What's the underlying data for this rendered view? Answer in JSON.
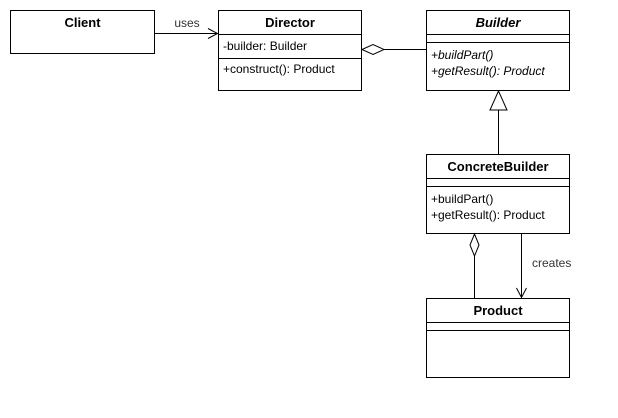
{
  "classes": {
    "client": {
      "name": "Client",
      "attributes": [],
      "operations": []
    },
    "director": {
      "name": "Director",
      "attributes": [
        "-builder: Builder"
      ],
      "operations": [
        "+construct(): Product"
      ]
    },
    "builder": {
      "name": "Builder",
      "abstract": true,
      "attributes": [],
      "operations": [
        "+buildPart()",
        "+getResult(): Product"
      ]
    },
    "concrete_builder": {
      "name": "ConcreteBuilder",
      "attributes": [],
      "operations": [
        "+buildPart()",
        "+getResult(): Product"
      ]
    },
    "product": {
      "name": "Product",
      "attributes": [],
      "operations": []
    }
  },
  "relations": {
    "client_director": {
      "type": "dependency",
      "label": "uses"
    },
    "director_builder": {
      "type": "aggregation",
      "label": ""
    },
    "concrete_builder_builder": {
      "type": "generalization",
      "label": ""
    },
    "concrete_builder_product_aggregation": {
      "type": "aggregation",
      "label": ""
    },
    "concrete_builder_product_creates": {
      "type": "dependency",
      "label": "creates"
    }
  }
}
